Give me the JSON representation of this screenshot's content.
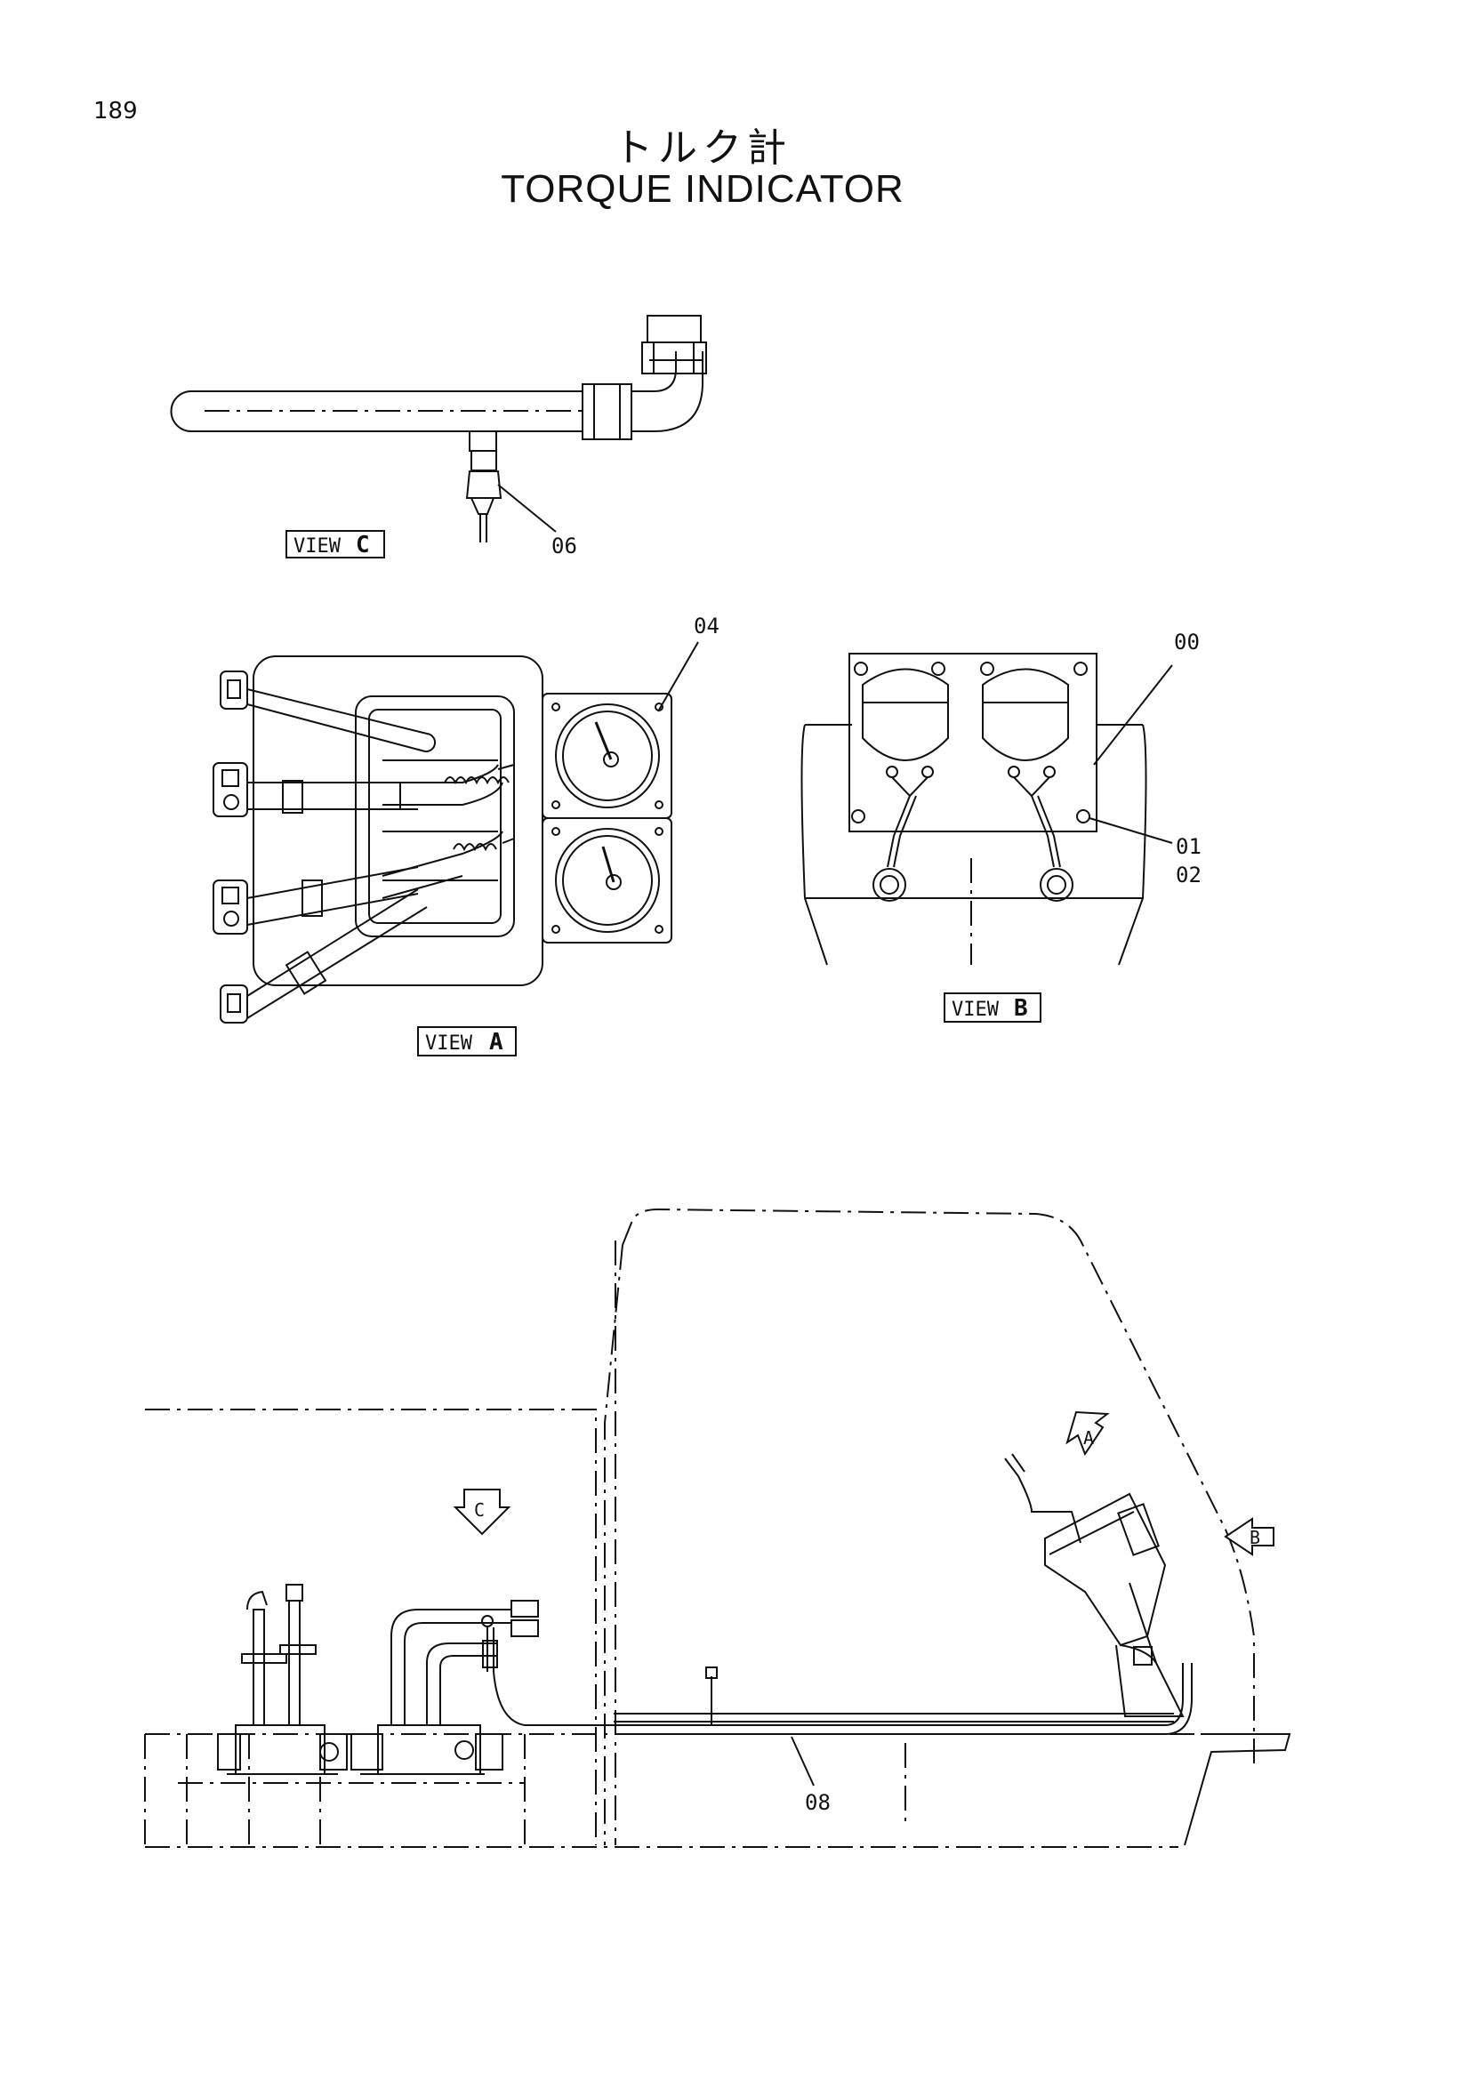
{
  "page_number": "189",
  "title_jp": "トルク計",
  "title_en": "TORQUE INDICATOR",
  "views": {
    "view_c": {
      "word": "VIEW",
      "letter": "C"
    },
    "view_a": {
      "word": "VIEW",
      "letter": "A"
    },
    "view_b": {
      "word": "VIEW",
      "letter": "B"
    }
  },
  "part_callouts": {
    "p06": "06",
    "p04": "04",
    "p00": "00",
    "p01": "01",
    "p02": "02",
    "p08": "08"
  },
  "direction_markers": {
    "a": "A",
    "b": "B",
    "c": "C"
  }
}
